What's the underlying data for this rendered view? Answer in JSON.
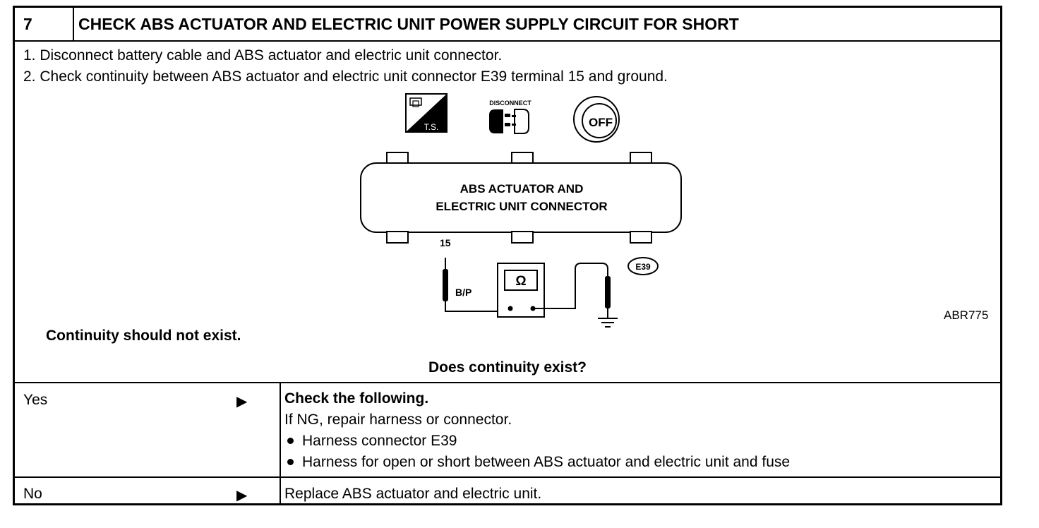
{
  "step": {
    "number": "7",
    "title": "CHECK ABS ACTUATOR AND ELECTRIC UNIT POWER SUPPLY CIRCUIT FOR SHORT"
  },
  "instructions": [
    "1.  Disconnect battery cable and ABS actuator and electric unit connector.",
    "2.  Check continuity between ABS actuator and electric unit connector E39 terminal 15 and ground."
  ],
  "diagram": {
    "icons": [
      "terminal-side-icon",
      "disconnect-icon",
      "ignition-off-icon"
    ],
    "ts_label": "T.S.",
    "disconnect_label": "DISCONNECT",
    "off_label": "OFF",
    "connector_label_line1": "ABS ACTUATOR AND",
    "connector_label_line2": "ELECTRIC UNIT CONNECTOR",
    "terminal": "15",
    "wire_color": "B/P",
    "ohm_symbol": "Ω",
    "connector_code": "E39",
    "figure_code": "ABR775"
  },
  "spec": "Continuity should not exist.",
  "question": "Does continuity exist?",
  "answers": {
    "yes": {
      "label": "Yes",
      "arrow": "▶",
      "heading": "Check the following.",
      "line": "If NG, repair harness or connector.",
      "bullets": [
        "Harness connector E39",
        "Harness for open or short between ABS actuator and electric unit and fuse"
      ]
    },
    "no": {
      "label": "No",
      "arrow": "▶",
      "text": "Replace ABS actuator and electric unit."
    }
  }
}
